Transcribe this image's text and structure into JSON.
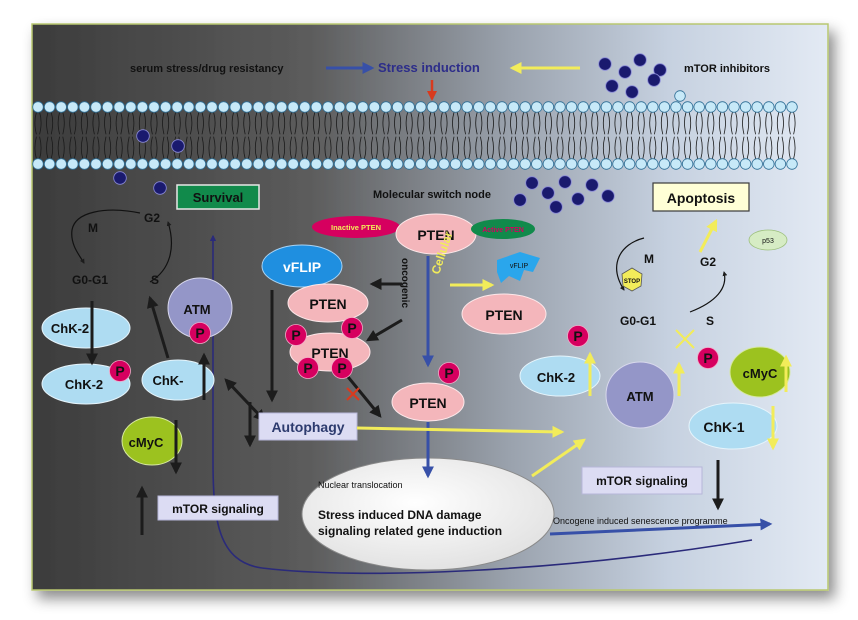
{
  "header": {
    "serum_stress": "serum stress/drug resistancy",
    "stress_induction": "Stress induction",
    "mtor_inhibitors": "mTOR inhibitors"
  },
  "survival": {
    "title": "Survival",
    "cycle_g2": "G2",
    "cycle_m": "M",
    "cycle_g0g1": "G0-G1",
    "cycle_s": "S",
    "atm": "ATM",
    "chk2_top": "ChK-2",
    "chk2_bottom": "ChK-2",
    "chk_partial": "ChK-",
    "cmyc": "cMyC",
    "mtor_signaling": "mTOR signaling"
  },
  "center": {
    "switch_node": "Molecular switch node",
    "pten_main": "PTEN",
    "inactive_pten": "Inactive PTEN",
    "active_pten": "Active PTEN",
    "vflip": "vFLIP",
    "vflip_small": "vFLIP",
    "pten_a": "PTEN",
    "pten_b": "PTEN",
    "pten_c": "PTEN",
    "pten_cellular": "PTEN",
    "oncogenic": "oncogenic",
    "cellular": "Cellular",
    "autophagy": "Autophagy",
    "nuclear_translocation": "Nuclear translocation",
    "dna_line1": "Stress induced DNA damage",
    "dna_line2": "signaling related gene induction",
    "senescence": "Oncogene induced senescence programme"
  },
  "apoptosis": {
    "title": "Apoptosis",
    "p53": "p53",
    "stop": "STOP",
    "cycle_m": "M",
    "cycle_g2": "G2",
    "cycle_g0g1": "G0-G1",
    "cycle_s": "S",
    "chk2": "ChK-2",
    "atm": "ATM",
    "cmyc": "cMyC",
    "chk1": "ChK-1",
    "mtor_signaling": "mTOR signaling"
  },
  "phospho_label": "P",
  "colors": {
    "background_dark": "#3a3a3a",
    "background_light": "#dde6f2",
    "pten": "#f4b6bb",
    "chk": "#aedcf2",
    "atm": "#9496c8",
    "cmyc": "#9cc21f",
    "phospho": "#d6005f",
    "survival_box": "#118a4b",
    "vflip": "#1f8fe0",
    "blue_arrow": "#3750a8",
    "yellow_arrow": "#f2ec5a",
    "red_arrow": "#d83a1e",
    "dark_arrow": "#1c1c1c",
    "ligand": "#1a1a6e"
  }
}
